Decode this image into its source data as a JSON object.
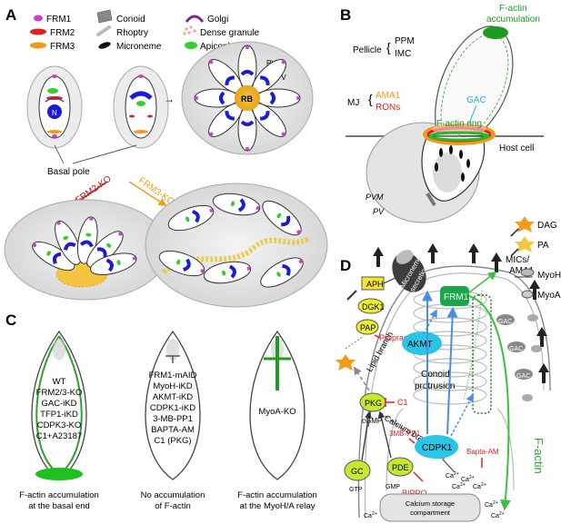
{
  "panels": {
    "a": "A",
    "b": "B",
    "c": "C",
    "d": "D"
  },
  "legend": [
    {
      "label": "FRM1",
      "color": "#d63bd6",
      "icon": "frm1-dot"
    },
    {
      "label": "Conoid",
      "color": "#777777",
      "icon": "conoid-cylinder"
    },
    {
      "label": "Golgi",
      "color": "#7a2a8c",
      "icon": "golgi-arc"
    },
    {
      "label": "FRM2",
      "color": "#e02020",
      "icon": "frm2-oval"
    },
    {
      "label": "Rhoptry",
      "color": "#bbbbbb",
      "icon": "rhoptry-club"
    },
    {
      "label": "Dense granule",
      "color": "#f2a0a0",
      "icon": "dense-granule-dots"
    },
    {
      "label": "FRM3",
      "color": "#f29a1a",
      "icon": "frm3-oval"
    },
    {
      "label": "Microneme",
      "color": "#111111",
      "icon": "microneme-rod"
    },
    {
      "label": "Apicoplast",
      "color": "#2ed12e",
      "icon": "apicoplast-oval"
    }
  ],
  "panelA": {
    "pvm": "PVM",
    "pv": "PV",
    "rb": "RB",
    "n": "N",
    "basal_pole": "Basal pole",
    "frm2_ko": "FRM2-KO",
    "frm3_ko": "FRM3-KO"
  },
  "panelB": {
    "factin_accum_1": "F-actin",
    "factin_accum_2": "accumulation",
    "pellicle": "Pellicle",
    "ppm": "PPM",
    "imc": "IMC",
    "mj": "MJ",
    "ama1": "AMA1",
    "rons": "RONs",
    "gac": "GAC",
    "factin_ring": "F-actin ring",
    "host_cell": "Host cell",
    "pvm": "PVM",
    "pv": "PV"
  },
  "panelC": {
    "list1": [
      "WT",
      "FRM2/3-KO",
      "GAC-iKD",
      "TFP1-iKD",
      "CDPK3-KO",
      "C1+A23187"
    ],
    "list2": [
      "FRM1-mAID",
      "MyoH-iKD",
      "AKMT-iKD",
      "CDPK1-iKD",
      "3-MB-PP1",
      "BAPTA-AM",
      "C1 (PKG)"
    ],
    "list3": [
      "MyoA-KO"
    ],
    "cap1": [
      "F-actin accumulation",
      "at the basal end"
    ],
    "cap2": [
      "No accumulation",
      "of F-actin"
    ],
    "cap3": [
      "F-actin accumulation",
      "at the MyoH/A relay"
    ]
  },
  "panelD": {
    "dag": "DAG",
    "pa": "PA",
    "myoh": "MyoH",
    "myoa": "MyoA",
    "mics": "MICs/",
    "ama1": "AMA1",
    "aph": "APH",
    "dgk1": "DGK1",
    "pap": "PAP",
    "propranolol": "Propranolol",
    "microneme_1": "Microneme",
    "microneme_2": "secretion",
    "frm1": "FRM1",
    "akmt": "AKMT",
    "conoid_1": "Conoid",
    "conoid_2": "protrusion",
    "lipid_branch": "Lipid branch",
    "pkg": "PKG",
    "c1": "C1",
    "cgmp": "cGMP",
    "calcium_branch": "Calcium branch",
    "mbpp1": "3MB-PP1",
    "cdpk1": "CDPK1",
    "bapta": "Bapta-AM",
    "gc": "GC",
    "pde": "PDE",
    "gtp": "GTP",
    "gmp": "GMP",
    "bippo": "BIPPO",
    "ca": "Ca",
    "sup": "2+",
    "storage_1": "Calcium storage",
    "storage_2": "compartment",
    "gac": "GAC",
    "factin": "F-actin"
  },
  "colors": {
    "green": "#2ea02e",
    "blue": "#1a1ad8",
    "red": "#e02020",
    "orange": "#f29a1a",
    "magenta": "#d63bd6",
    "cyan": "#29c4e6",
    "yellow": "#e6f02e"
  }
}
